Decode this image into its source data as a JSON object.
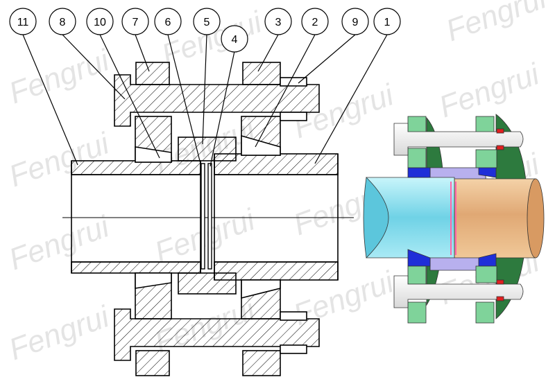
{
  "callouts": [
    {
      "label": "11"
    },
    {
      "label": "8"
    },
    {
      "label": "10"
    },
    {
      "label": "7"
    },
    {
      "label": "6"
    },
    {
      "label": "5"
    },
    {
      "label": "4"
    },
    {
      "label": "3"
    },
    {
      "label": "2"
    },
    {
      "label": "9"
    },
    {
      "label": "1"
    }
  ],
  "watermark": {
    "text": "Fengrui"
  },
  "colors": {
    "pipe_left": "#8fe4f2",
    "pipe_right": "#e8b887",
    "clamp_green": "#7fd39a",
    "bolt_white": "#f2f2f2",
    "gasket_blue": "#1f2fd8",
    "ring_violet": "#b8b0ee",
    "nut_red": "#e02020"
  }
}
